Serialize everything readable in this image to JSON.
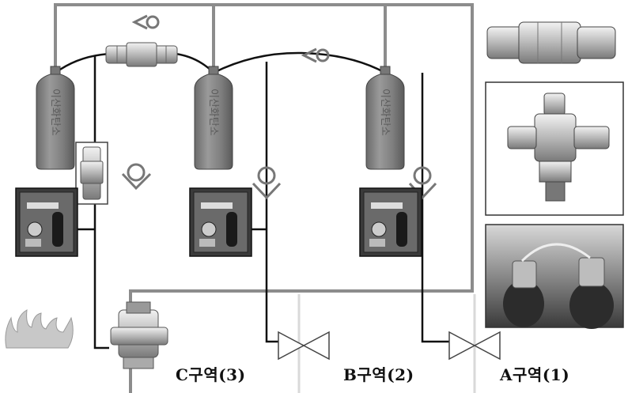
{
  "cylinders": [
    {
      "label": "이산화탄소"
    },
    {
      "label": "이산화탄소"
    },
    {
      "label": "이산화탄소"
    }
  ],
  "zones": [
    {
      "label": "C구역(3)"
    },
    {
      "label": "B구역(2)"
    },
    {
      "label": "A구역(1)"
    }
  ],
  "icons": {
    "check_valve": "check-valve-icon",
    "panel": "control-panel-icon",
    "fire": "fire-icon",
    "selector_valve": "selector-valve-icon"
  }
}
